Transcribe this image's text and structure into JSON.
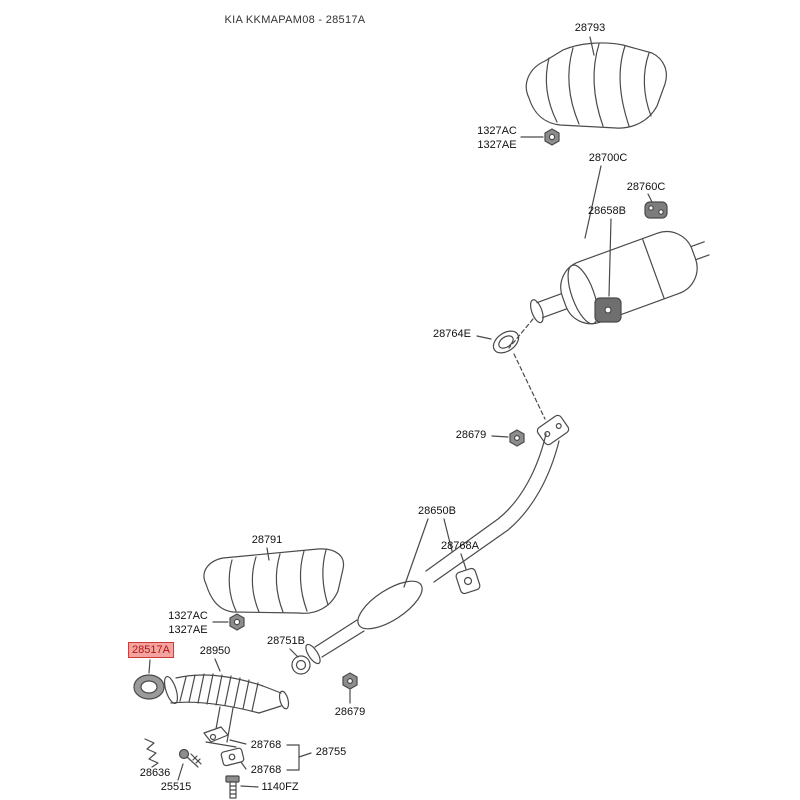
{
  "title": "KIA KKMAPAM08 - 28517A",
  "highlighted_part": "28517A",
  "colors": {
    "line": "#4a4a4a",
    "title_text": "#333333",
    "label_text": "#111111",
    "highlight_bg": "#f5a3a0",
    "highlight_border": "#cc3b36",
    "highlight_text": "#b01510"
  },
  "labels": [
    {
      "text": "28793",
      "highlighted": false
    },
    {
      "text": "1327AC",
      "highlighted": false
    },
    {
      "text": "1327AE",
      "highlighted": false
    },
    {
      "text": "28700C",
      "highlighted": false
    },
    {
      "text": "28760C",
      "highlighted": false
    },
    {
      "text": "28658B",
      "highlighted": false
    },
    {
      "text": "28764E",
      "highlighted": false
    },
    {
      "text": "28679",
      "highlighted": false
    },
    {
      "text": "28650B",
      "highlighted": false
    },
    {
      "text": "28768A",
      "highlighted": false
    },
    {
      "text": "28791",
      "highlighted": false
    },
    {
      "text": "1327AC",
      "highlighted": false
    },
    {
      "text": "1327AE",
      "highlighted": false
    },
    {
      "text": "28751B",
      "highlighted": false
    },
    {
      "text": "28517A",
      "highlighted": true
    },
    {
      "text": "28950",
      "highlighted": false
    },
    {
      "text": "28679",
      "highlighted": false
    },
    {
      "text": "28768",
      "highlighted": false
    },
    {
      "text": "28768",
      "highlighted": false
    },
    {
      "text": "28755",
      "highlighted": false
    },
    {
      "text": "28636",
      "highlighted": false
    },
    {
      "text": "25515",
      "highlighted": false
    },
    {
      "text": "1140FZ",
      "highlighted": false
    }
  ]
}
